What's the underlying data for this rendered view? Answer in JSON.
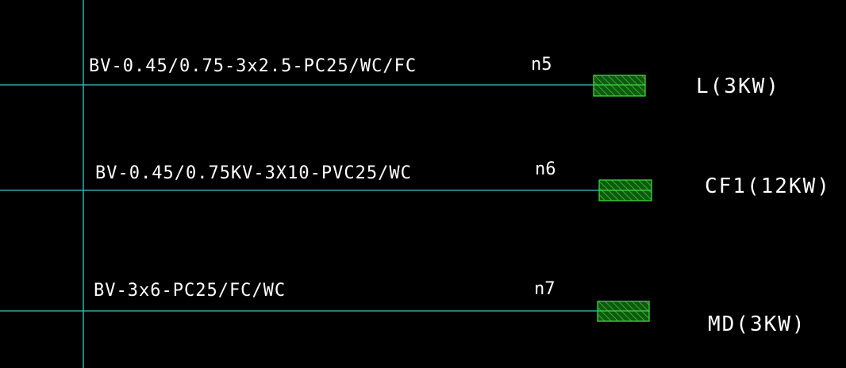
{
  "colors": {
    "background": "#000000",
    "line": "#36c9c9",
    "hatch_fill": "#0e5a0e",
    "hatch_stroke": "#3fd43f",
    "text": "#ffffff"
  },
  "circuits": [
    {
      "cable_spec": "BV-0.45/0.75-3x2.5-PC25/WC/FC",
      "circuit_id": "n5",
      "load": "L(3KW)"
    },
    {
      "cable_spec": "BV-0.45/0.75KV-3X10-PVC25/WC",
      "circuit_id": "n6",
      "load": "CF1(12KW)"
    },
    {
      "cable_spec": "BV-3x6-PC25/FC/WC",
      "circuit_id": "n7",
      "load": "MD(3KW)"
    }
  ]
}
